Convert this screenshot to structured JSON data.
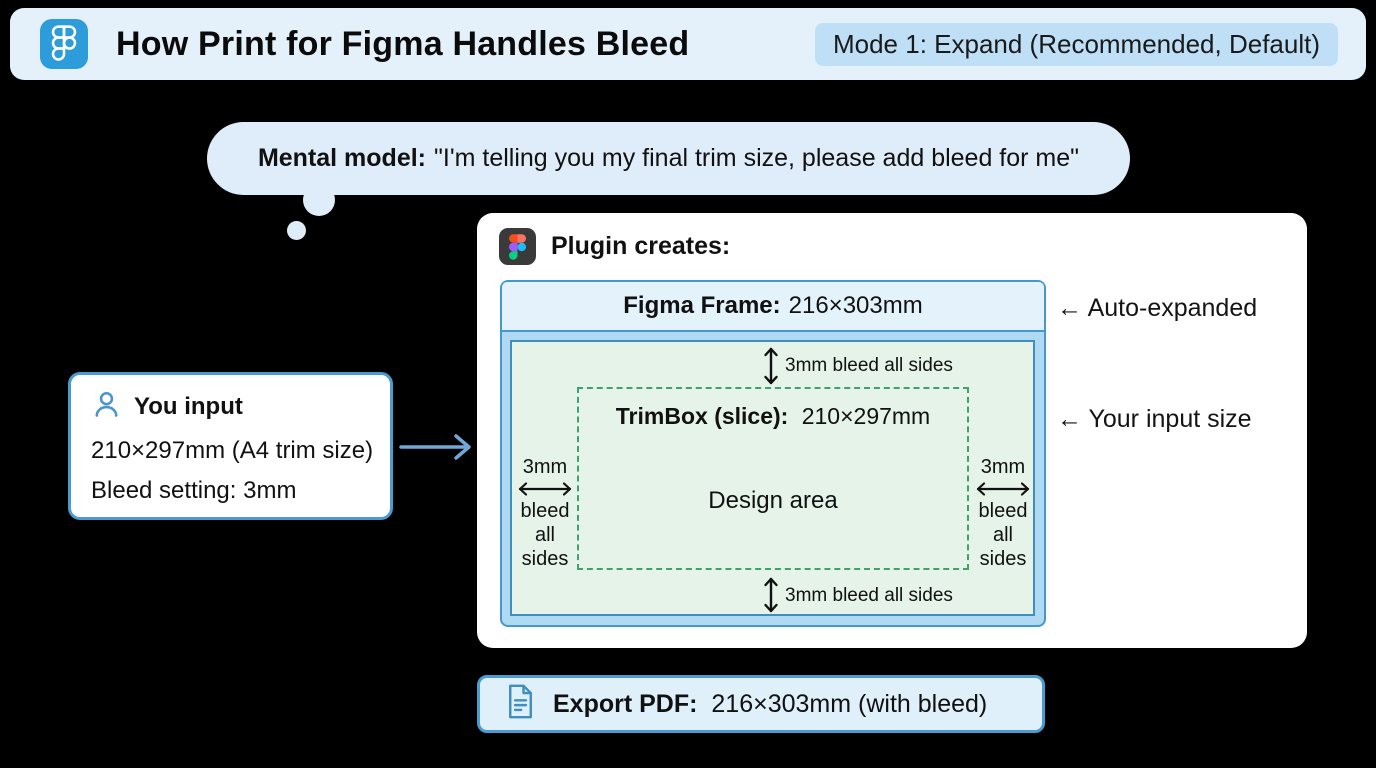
{
  "colors": {
    "background": "#000000",
    "header_bg": "#E4F1FA",
    "badge_bg": "#BEDFF6",
    "bubble_bg": "#DFEDFA",
    "card_border_blue": "#4A9BD0",
    "frame_border_blue": "#4598CE",
    "frame_header_bg": "#E3F2FB",
    "bleed_area_blue": "#AFDAF1",
    "design_area_green": "#E5F3E8",
    "trim_dash_green": "#3FA26C",
    "figma_brand_blue": "#2D9CDB",
    "arrow_blue": "#71A7D8"
  },
  "header": {
    "title": "How Print for Figma Handles Bleed",
    "mode_badge": "Mode 1: Expand (Recommended, Default)"
  },
  "thought_bubble": {
    "bold": "Mental model:",
    "text": "\"I'm telling you my final trim size, please add bleed for me\""
  },
  "you_input": {
    "title": "You input",
    "line1": "210×297mm (A4 trim size)",
    "line2": "Bleed setting: 3mm"
  },
  "plugin": {
    "title": "Plugin creates:",
    "frame": {
      "label_bold": "Figma Frame:",
      "label_value": "216×303mm"
    },
    "trimbox": {
      "label_bold": "TrimBox (slice):",
      "label_value": "210×297mm",
      "design_area": "Design area"
    },
    "bleed_top": "3mm bleed all sides",
    "bleed_bottom": "3mm bleed all sides",
    "bleed_left": {
      "size": "3mm",
      "lines": [
        "bleed",
        "all",
        "sides"
      ]
    },
    "bleed_right": {
      "size": "3mm",
      "lines": [
        "bleed",
        "all",
        "sides"
      ]
    },
    "annotation_frame": "← Auto-expanded",
    "annotation_trim": "← Your input size"
  },
  "export_bar": {
    "bold": "Export PDF:",
    "value": "216×303mm (with bleed)"
  }
}
